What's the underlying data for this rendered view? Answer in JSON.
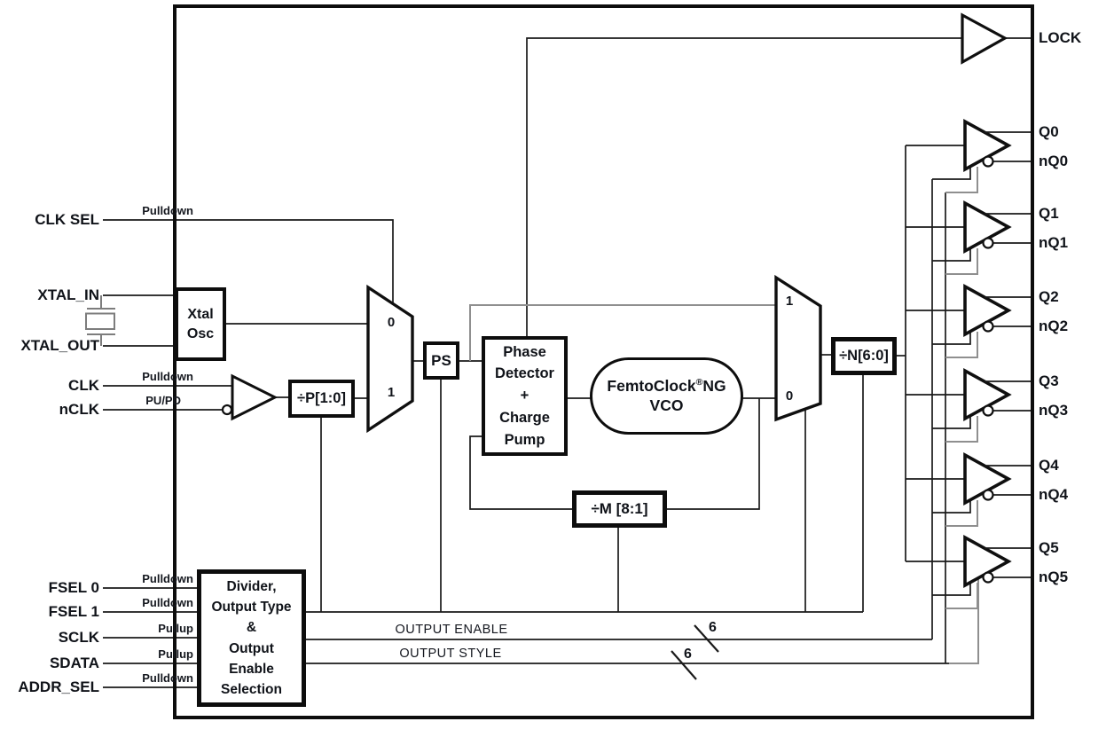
{
  "colors": {
    "ink": "#101319",
    "wire": "#1a1a1a",
    "gray_wire": "#8f8f8f",
    "background": "#ffffff"
  },
  "pins": {
    "left": [
      {
        "label": "CLK SEL",
        "pull": "Pulldown"
      },
      {
        "label": "XTAL_IN"
      },
      {
        "label": "XTAL_OUT"
      },
      {
        "label": "CLK",
        "pull": "Pulldown"
      },
      {
        "label": "nCLK",
        "pull": "PU/PD"
      },
      {
        "label": "FSEL 0",
        "pull": "Pulldown"
      },
      {
        "label": "FSEL 1",
        "pull": "Pulldown"
      },
      {
        "label": "SCLK",
        "pull": "Pullup"
      },
      {
        "label": "SDATA",
        "pull": "Pullup"
      },
      {
        "label": "ADDR_SEL",
        "pull": "Pulldown"
      }
    ],
    "right": [
      {
        "label": "LOCK"
      },
      {
        "label": "Q0"
      },
      {
        "label": "nQ0"
      },
      {
        "label": "Q1"
      },
      {
        "label": "nQ1"
      },
      {
        "label": "Q2"
      },
      {
        "label": "nQ2"
      },
      {
        "label": "Q3"
      },
      {
        "label": "nQ3"
      },
      {
        "label": "Q4"
      },
      {
        "label": "nQ4"
      },
      {
        "label": "Q5"
      },
      {
        "label": "nQ5"
      }
    ]
  },
  "blocks": {
    "xtal_osc": "Xtal\nOsc",
    "p_divider": "÷P[1:0]",
    "prescaler": "PS",
    "phase_detector": "Phase\nDetector\n+\nCharge\nPump",
    "vco": {
      "name": "FemtoClock",
      "reg": "®",
      "suffix": "NG",
      "line2": "VCO"
    },
    "m_divider": "÷M [8:1]",
    "n_divider": "÷N[6:0]",
    "config_block": "Divider,\nOutput Type\n&\nOutput\nEnable\nSelection"
  },
  "mux1": {
    "input0": "0",
    "input1": "1"
  },
  "mux2": {
    "input1": "1",
    "input0": "0"
  },
  "buses": {
    "output_enable": "OUTPUT ENABLE",
    "output_style": "OUTPUT STYLE",
    "enable_width": "6",
    "style_width": "6"
  }
}
